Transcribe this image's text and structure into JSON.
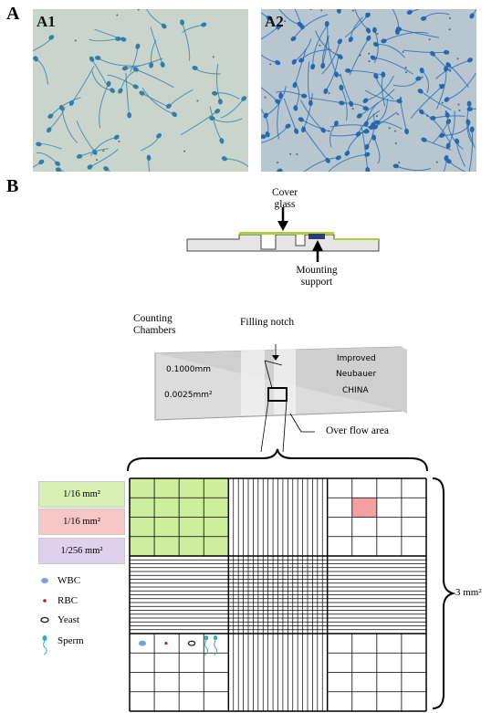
{
  "panel_a": {
    "letter": "A",
    "micro_1_label": "A1",
    "micro_2_label": "A2"
  },
  "panel_b": {
    "letter": "B",
    "cover_glass_label": "Cover\nglass",
    "mounting_support_label": "Mounting\nsupport",
    "counting_chambers_label": "Counting\nChambers",
    "filling_notch_label": "Filling notch",
    "overflow_area_label": "Over flow area",
    "slide_text_left_1": "0.1000mm",
    "slide_text_left_2": "0.0025mm²",
    "slide_text_right_1": "Improved",
    "slide_text_right_2": "Neubauer",
    "slide_text_right_3": "CHINA",
    "area_label": "3 mm²"
  },
  "legend": {
    "boxes": [
      {
        "text": "1/16 mm²",
        "color": "#d9f0b4"
      },
      {
        "text": "1/16 mm²",
        "color": "#f7c6c6"
      },
      {
        "text": "1/256 mm²",
        "color": "#ddd2ee"
      }
    ],
    "items": [
      {
        "text": "WBC",
        "icon": "wbc-icon",
        "color": "#7aa2d8"
      },
      {
        "text": "RBC",
        "icon": "rbc-icon",
        "color": "#b22222"
      },
      {
        "text": "Yeast",
        "icon": "yeast-icon",
        "color": "#222222"
      },
      {
        "text": "Sperm",
        "icon": "sperm-icon",
        "color": "#33a9c9"
      }
    ]
  },
  "colors": {
    "highlight_green": "#cdee9c",
    "highlight_red": "#f4a0a0",
    "slide_gray": "#e3e3e3"
  }
}
